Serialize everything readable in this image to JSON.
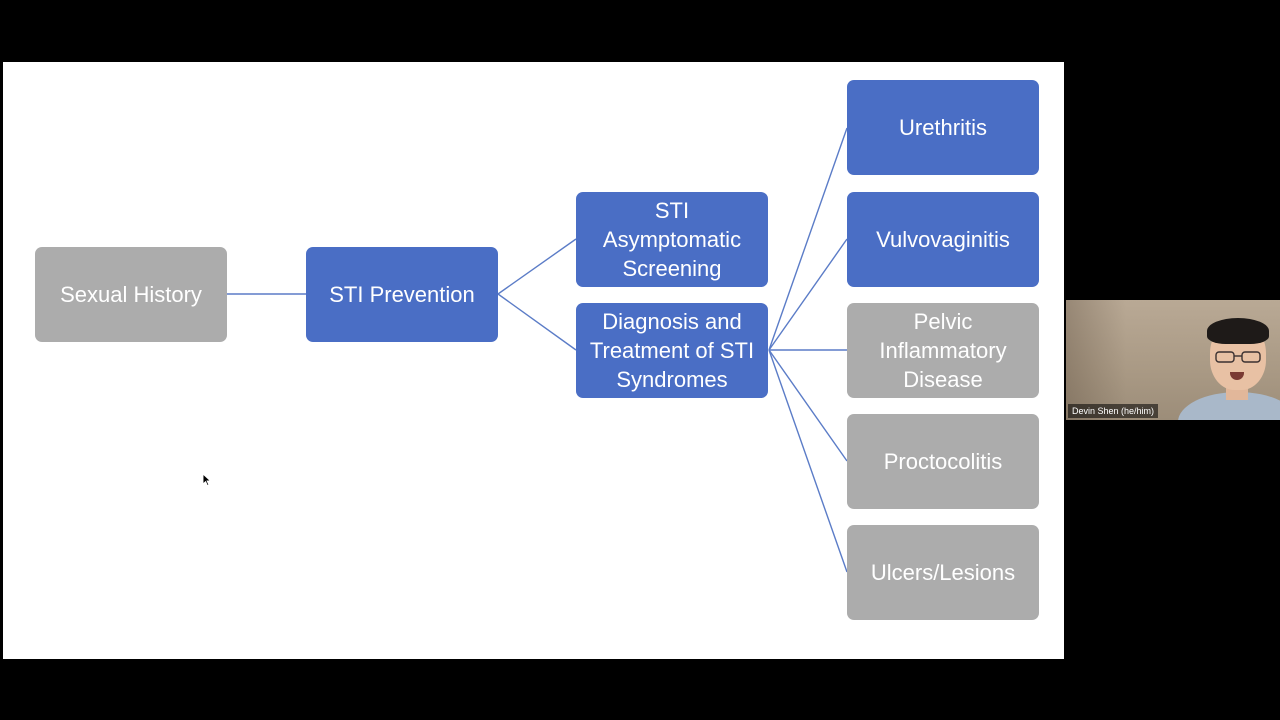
{
  "slide": {
    "root": {
      "label": "Sexual History"
    },
    "prevention": {
      "label": "STI Prevention"
    },
    "screening": {
      "lines": [
        "STI",
        "Asymptomatic",
        "Screening"
      ]
    },
    "diagnosis": {
      "lines": [
        "Diagnosis and",
        "Treatment of STI",
        "Syndromes"
      ]
    },
    "syndromes": [
      {
        "lines": [
          "Urethritis"
        ],
        "highlighted": true
      },
      {
        "lines": [
          "Vulvovaginitis"
        ],
        "highlighted": true
      },
      {
        "lines": [
          "Pelvic",
          "Inflammatory",
          "Disease"
        ],
        "highlighted": false
      },
      {
        "lines": [
          "Proctocolitis"
        ],
        "highlighted": false
      },
      {
        "lines": [
          "Ulcers/Lesions"
        ],
        "highlighted": false
      }
    ],
    "colors": {
      "active": "#4a6ec5",
      "inactive": "#acacac",
      "connector": "#5b7cc7"
    }
  },
  "video_tile": {
    "participant_name": "Devin Shen (he/him)"
  }
}
